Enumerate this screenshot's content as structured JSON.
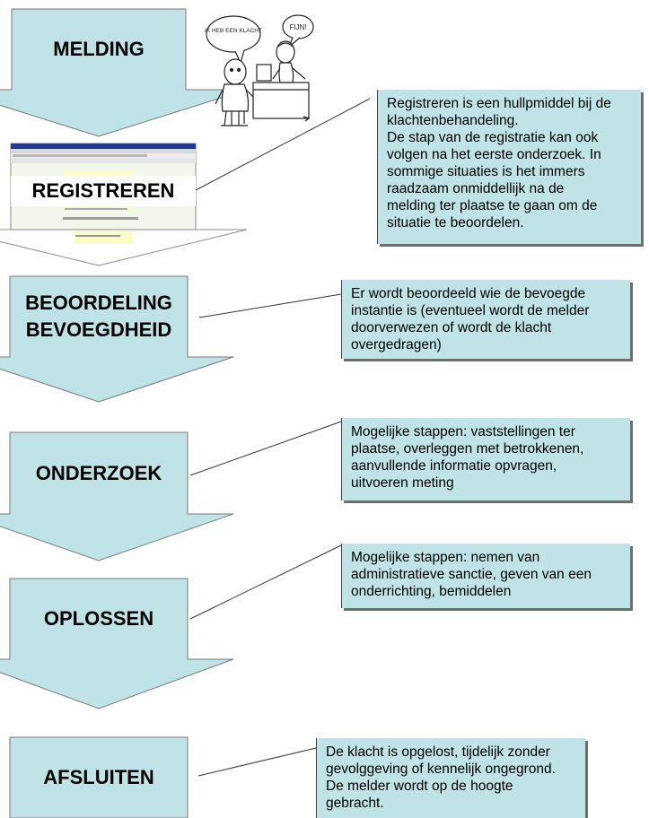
{
  "steps": [
    {
      "id": "melding",
      "label": [
        "MELDING"
      ]
    },
    {
      "id": "registreren",
      "label": [
        "REGISTREREN"
      ]
    },
    {
      "id": "beoordeling",
      "label": [
        "BEOORDELING",
        "BEVOEGDHEID"
      ]
    },
    {
      "id": "onderzoek",
      "label": [
        "ONDERZOEK"
      ]
    },
    {
      "id": "oplossen",
      "label": [
        "OPLOSSEN"
      ]
    },
    {
      "id": "afsluiten",
      "label": [
        "AFSLUITEN"
      ]
    }
  ],
  "cartoon": {
    "speech_left": "IK HEB EEN KLACHT",
    "speech_right": "FIJN!"
  },
  "notes": {
    "registreren": [
      "Registreren is een hullpmiddel bij de",
      "klachtenbehandeling.",
      "De stap van de registratie kan ook",
      "volgen na het eerste onderzoek. In",
      "sommige situaties is het immers",
      "raadzaam onmiddellijk na de",
      "melding ter plaatse te gaan om de",
      "situatie te beoordelen."
    ],
    "beoordeling": [
      "Er wordt beoordeeld wie de bevoegde",
      "instantie is (eventueel wordt de melder",
      "doorverwezen of wordt de klacht",
      "overgedragen)"
    ],
    "onderzoek": [
      "Mogelijke stappen: vaststellingen ter",
      "plaatse, overleggen met betrokkenen,",
      "aanvullende informatie opvragen,",
      "uitvoeren meting"
    ],
    "oplossen": [
      "Mogelijke stappen: nemen van",
      "administratieve sanctie, geven van een",
      "onderrichting, bemiddelen"
    ],
    "afsluiten": [
      "De klacht is opgelost, tijdelijk zonder",
      "gevolggeving of kennelijk ongegrond.",
      "De melder wordt op de hoogte",
      "gebracht."
    ]
  },
  "colors": {
    "fill": "#bfe3e6",
    "stroke": "#7a7a7a",
    "shadow": "#6e6e6e"
  }
}
